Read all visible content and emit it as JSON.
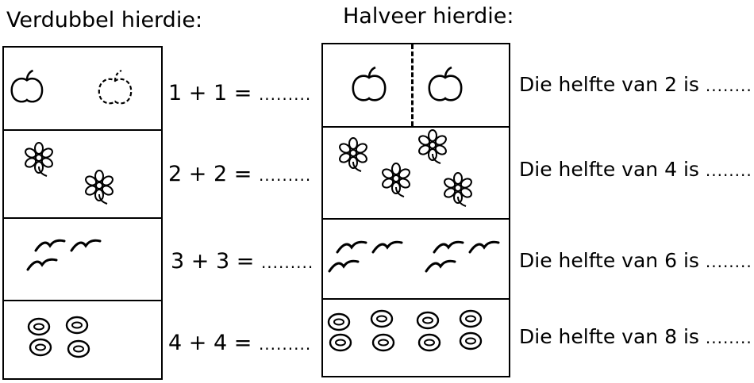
{
  "headings": {
    "double": "Verdubbel hierdie:",
    "halve": "Halveer hierdie:"
  },
  "double_rows": [
    {
      "icon": "apple-icon",
      "sum": "1 + 1 =",
      "blank": "........."
    },
    {
      "icon": "flower-icon",
      "sum": "2 + 2 =",
      "blank": "........."
    },
    {
      "icon": "bird-icon",
      "sum": "3 + 3 =",
      "blank": "........."
    },
    {
      "icon": "donut-icon",
      "sum": "4 + 4 =",
      "blank": "........."
    }
  ],
  "halve_rows": [
    {
      "icon": "apple-icon",
      "text": "Die helfte van 2 is",
      "blank": "........"
    },
    {
      "icon": "flower-icon",
      "text": "Die helfte van 4 is",
      "blank": "........"
    },
    {
      "icon": "bird-icon",
      "text": "Die helfte van 6 is",
      "blank": "........"
    },
    {
      "icon": "donut-icon",
      "text": "Die helfte van 8 is",
      "blank": "........"
    }
  ]
}
